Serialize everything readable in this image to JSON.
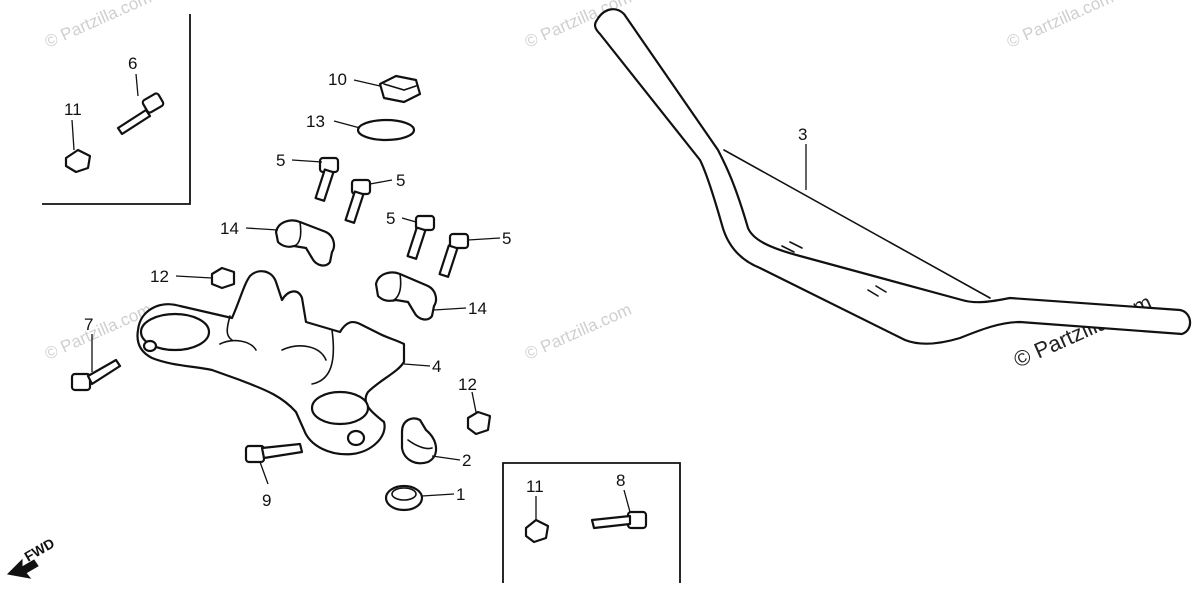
{
  "watermarks": {
    "small": "© Partzilla.com",
    "main": "© Partzilla.com"
  },
  "direction_label": "FWD",
  "callouts": {
    "c1": "1",
    "c2": "2",
    "c3": "3",
    "c4": "4",
    "c5a": "5",
    "c5b": "5",
    "c5c": "5",
    "c5d": "5",
    "c6": "6",
    "c7": "7",
    "c8": "8",
    "c9": "9",
    "c10": "10",
    "c11a": "11",
    "c11b": "11",
    "c12a": "12",
    "c12b": "12",
    "c13": "13",
    "c14a": "14",
    "c14b": "14"
  },
  "colors": {
    "ink": "#111111",
    "watermark": "#cfcfcf",
    "background": "#ffffff"
  }
}
